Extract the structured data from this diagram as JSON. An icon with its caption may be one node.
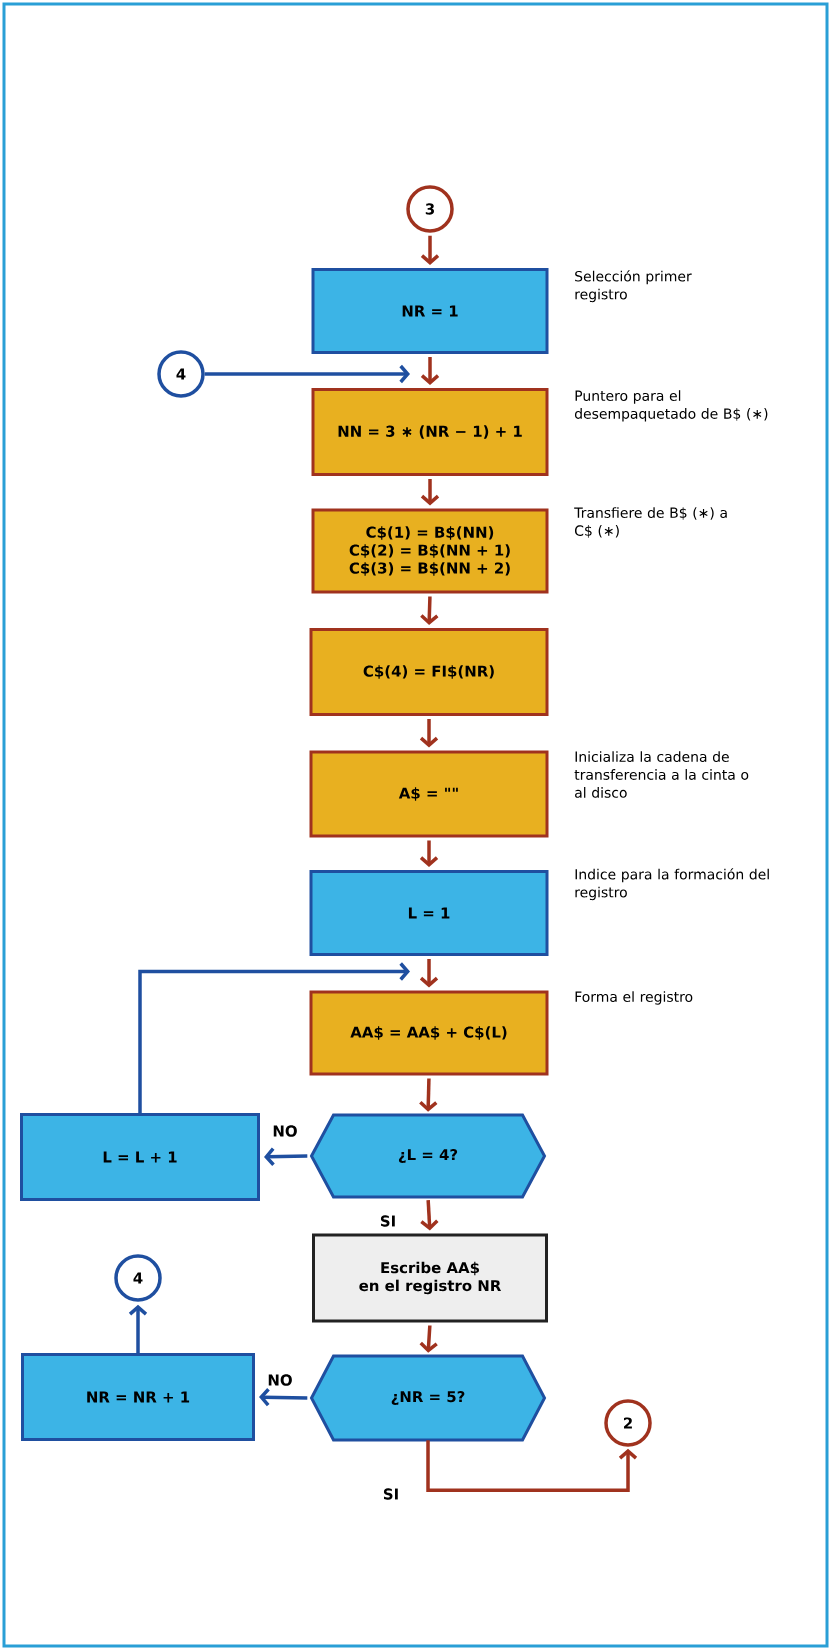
{
  "diagram": {
    "nodes": [
      {
        "text": [
          "3"
        ]
      },
      {
        "text": [
          "NR = 1"
        ],
        "beside": [
          "Selección primer registro"
        ]
      },
      {
        "text": [
          "4"
        ]
      },
      {
        "text": [
          "NN = 3 ∗ (NR − 1) + 1"
        ],
        "beside": [
          "Puntero para el desempaquetado de B$ (∗)"
        ]
      },
      {
        "text": [
          "C$(1) = B$(NN)",
          "C$(2) = B$(NN + 1)",
          "C$(3) = B$(NN + 2)"
        ],
        "beside": [
          "Transfiere de B$ (∗) a C$ (∗)"
        ]
      },
      {
        "text": [
          "C$(4) = FI$(NR)"
        ]
      },
      {
        "text": [
          "A$ = \"\""
        ],
        "beside": [
          "Inicializa la cadena de transferencia a la cinta o al disco"
        ]
      },
      {
        "text": [
          "L = 1"
        ],
        "beside": [
          "Indice para la formación del registro"
        ]
      },
      {
        "text": [
          "AA$ = AA$ + C$(L)"
        ],
        "beside": [
          "Forma el registro"
        ]
      },
      {
        "text": [
          "¿L = 4?"
        ]
      },
      {
        "text": [
          "L = L + 1"
        ]
      },
      {
        "text": [
          "Escribe AA$",
          "en el registro NR"
        ]
      },
      {
        "text": [
          "¿NR = 5?"
        ]
      },
      {
        "text": [
          "NR = NR + 1"
        ]
      },
      {
        "text": [
          "4"
        ]
      },
      {
        "text": [
          "2"
        ]
      }
    ],
    "edges": [
      {
        "from": 0,
        "to": 1,
        "arrow": "to"
      },
      {
        "from": 1,
        "to": 3,
        "arrow": "to"
      },
      {
        "from": 2,
        "to": 3,
        "arrow": "to",
        "color": "#1f4fa0"
      },
      {
        "from": 3,
        "to": 4,
        "arrow": "to"
      },
      {
        "from": 4,
        "to": 5,
        "arrow": "to"
      },
      {
        "from": 5,
        "to": 6,
        "arrow": "to"
      },
      {
        "from": 6,
        "to": 7,
        "arrow": "to"
      },
      {
        "from": 7,
        "to": 8,
        "arrow": "to"
      },
      {
        "from": 8,
        "to": 9,
        "arrow": "to"
      },
      {
        "from": 9,
        "to": 10,
        "arrow": "to",
        "label": "NO",
        "color": "#1f4fa0"
      },
      {
        "from": 10,
        "to": 8,
        "arrow": "to",
        "color": "#1f4fa0"
      },
      {
        "from": 9,
        "to": 11,
        "arrow": "to",
        "label": "SI"
      },
      {
        "from": 11,
        "to": 12,
        "arrow": "to"
      },
      {
        "from": 12,
        "to": 13,
        "arrow": "to",
        "label": "NO",
        "color": "#1f4fa0"
      },
      {
        "from": 13,
        "to": 14,
        "arrow": "to",
        "color": "#1f4fa0"
      },
      {
        "from": 12,
        "to": 15,
        "arrow": "to",
        "label": "SI"
      }
    ]
  }
}
